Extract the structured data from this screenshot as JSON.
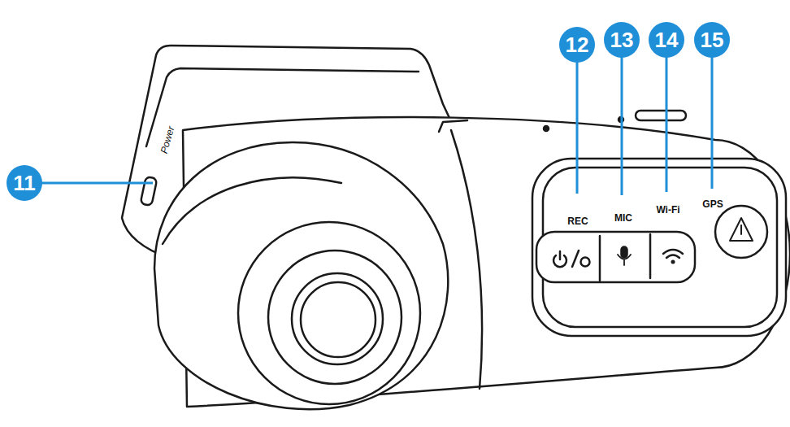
{
  "diagram": {
    "nodes": [
      {
        "text": [
          "11"
        ]
      },
      {
        "text": [
          "12"
        ]
      },
      {
        "text": [
          "13"
        ]
      },
      {
        "text": [
          "14"
        ]
      },
      {
        "text": [
          "15"
        ]
      }
    ],
    "labels": [
      "Power",
      "REC",
      "MIC",
      "Wi-Fi",
      "GPS"
    ]
  }
}
